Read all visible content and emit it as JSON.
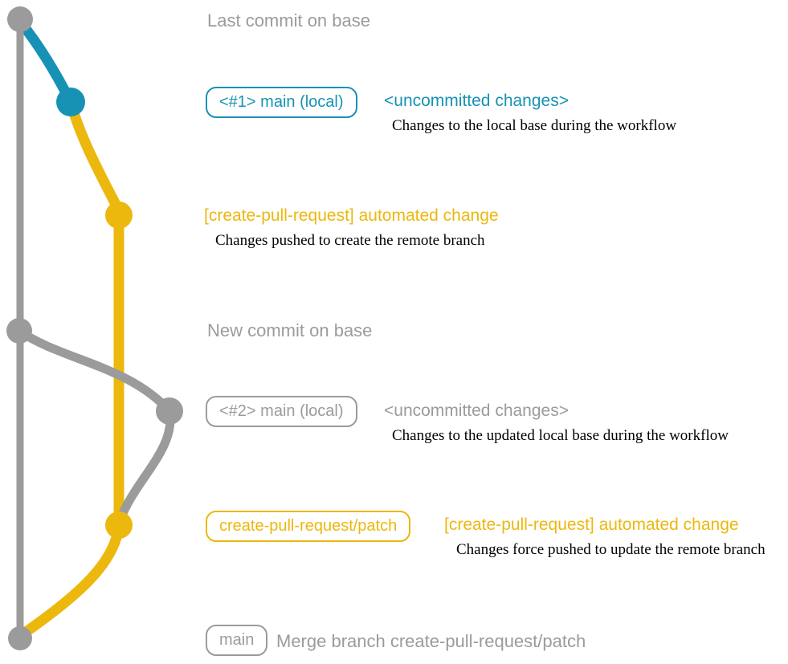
{
  "colors": {
    "gray": "#9b9b9b",
    "blue": "#1792b5",
    "yellow": "#ecb80e",
    "ink": "#000000",
    "bg": "#ffffff"
  },
  "graph": {
    "type": "git-branch-diagram",
    "commits": [
      {
        "name": "last-commit-on-base",
        "color": "gray"
      },
      {
        "name": "uncommitted-changes-1",
        "color": "blue"
      },
      {
        "name": "automated-change-1",
        "color": "yellow"
      },
      {
        "name": "new-commit-on-base",
        "color": "gray"
      },
      {
        "name": "uncommitted-changes-2",
        "color": "gray"
      },
      {
        "name": "automated-change-2",
        "color": "yellow"
      },
      {
        "name": "merge-commit",
        "color": "gray"
      }
    ]
  },
  "annotations": {
    "last_commit": "Last commit on base",
    "row1": {
      "badge": "<#1> main (local)",
      "title": "<uncommitted changes>",
      "description": "Changes to the local base during the workflow"
    },
    "row2": {
      "title": "[create-pull-request] automated change",
      "description": "Changes pushed to create the remote branch"
    },
    "new_commit": "New commit on base",
    "row3": {
      "badge": "<#2> main (local)",
      "title": "<uncommitted changes>",
      "description": "Changes to the updated local base during the workflow"
    },
    "row4": {
      "badge": "create-pull-request/patch",
      "title": "[create-pull-request] automated change",
      "description": "Changes force pushed to update the remote branch"
    },
    "merge": {
      "badge": "main",
      "title": "Merge branch create-pull-request/patch"
    }
  }
}
